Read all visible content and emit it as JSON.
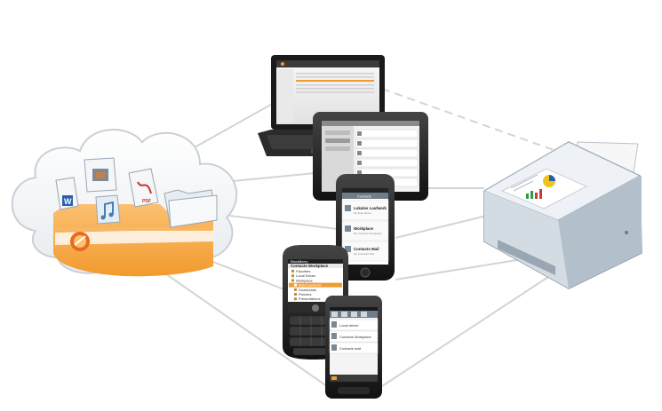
{
  "scene": {
    "cloud": {
      "documents": [
        {
          "icon": "word-document-icon",
          "badge": "W"
        },
        {
          "icon": "image-document-icon",
          "badge": ""
        },
        {
          "icon": "pdf-document-icon",
          "badge": "PDF"
        },
        {
          "icon": "music-document-icon",
          "badge": ""
        },
        {
          "icon": "folder-icon",
          "badge": ""
        }
      ],
      "folder_color": "#f5a623",
      "logo_icon": "app-logo-icon"
    },
    "laptop": {
      "brand": "",
      "window_title": ""
    },
    "tablet": {
      "rows": [
        "",
        "",
        "",
        "",
        "",
        ""
      ]
    },
    "iphone": {
      "header": "Contacts",
      "items": [
        {
          "title": "Lokales Laufwerk",
          "sub": "My local drives"
        },
        {
          "title": "Workplace",
          "sub": "My Contacts Workplace"
        },
        {
          "title": "Contacts Mail",
          "sub": "My Contacts Mail"
        }
      ]
    },
    "blackberry": {
      "carrier": "BlackBerry",
      "title": "Contacts Workplace",
      "tree": [
        "Favorites",
        "Local Drives",
        "Workplace",
        "MyDocuments",
        "Downloads",
        "Pictures",
        "Presentations"
      ],
      "selected_index": 3
    },
    "android": {
      "items": [
        "Local drives",
        "Contacts Workplace",
        "Contacts mail"
      ],
      "footer": ""
    },
    "printer": {
      "paper_icon": "printed-chart-icon"
    },
    "colors": {
      "orange": "#f29a2e",
      "line": "#cfcfcf",
      "printer_body": "#c9d3dc"
    }
  }
}
